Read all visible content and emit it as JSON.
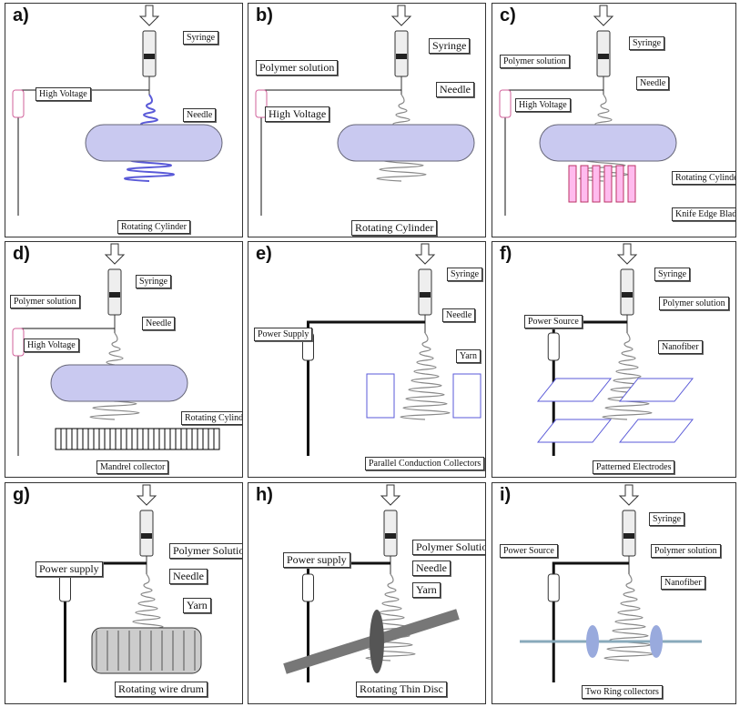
{
  "panels": [
    {
      "letter": "a)",
      "labels": [
        "Syringe",
        "High Voltage",
        "Needle",
        "Rotating Cylinder"
      ]
    },
    {
      "letter": "b)",
      "labels": [
        "Syringe",
        "Polymer solution",
        "Needle",
        "High Voltage",
        "Rotating Cylinder"
      ]
    },
    {
      "letter": "c)",
      "labels": [
        "Syringe",
        "Polymer solution",
        "Needle",
        "High Voltage",
        "Rotating Cylinder",
        "Knife Edge Blade"
      ]
    },
    {
      "letter": "d)",
      "labels": [
        "Syringe",
        "Polymer solution",
        "Needle",
        "High Voltage",
        "Rotating Cylinder",
        "Mandrel collector"
      ]
    },
    {
      "letter": "e)",
      "labels": [
        "Syringe",
        "Needle",
        "Power Supply",
        "Yarn",
        "Parallel Conduction Collectors"
      ]
    },
    {
      "letter": "f)",
      "labels": [
        "Syringe",
        "Polymer solution",
        "Power Source",
        "Nanofiber",
        "Patterned Electrodes"
      ]
    },
    {
      "letter": "g)",
      "labels": [
        "Power supply",
        "Polymer Solution",
        "Needle",
        "Yarn",
        "Rotating wire drum"
      ]
    },
    {
      "letter": "h)",
      "labels": [
        "Power supply",
        "Polymer Solution",
        "Needle",
        "Yarn",
        "Rotating Thin Disc"
      ]
    },
    {
      "letter": "i)",
      "labels": [
        "Syringe",
        "Power Source",
        "Polymer solution",
        "Nanofiber",
        "Two Ring collectors"
      ]
    }
  ],
  "colors": {
    "fiber": "#888888",
    "cylinder": "#c9c9f0",
    "electrode": "#5a5ad8",
    "wire": "#111111",
    "voltage": "#d0609a"
  }
}
